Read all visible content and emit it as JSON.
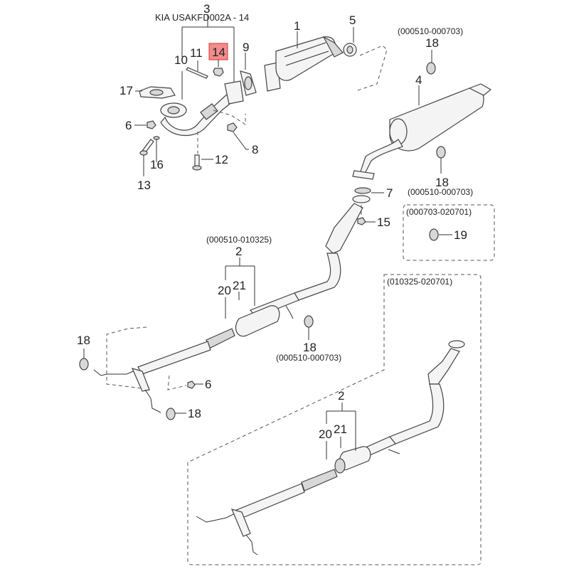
{
  "diagram": {
    "title": "KIA USAKFD002A - 14",
    "highlighted_part": "14",
    "highlight_color": "#f28b8b",
    "callouts": {
      "p1": "1",
      "p2_main": "2",
      "p2_alt": "2",
      "p3": "3",
      "p4": "4",
      "p5": "5",
      "p6_top": "6",
      "p6_bottom": "6",
      "p7": "7",
      "p8": "8",
      "p9": "9",
      "p10": "10",
      "p11": "11",
      "p12": "12",
      "p13": "13",
      "p14": "14",
      "p15": "15",
      "p16": "16",
      "p17": "17",
      "p18_top": "18",
      "p18_muffler": "18",
      "p18_center": "18",
      "p18_left": "18",
      "p18_lower": "18",
      "p19": "19",
      "p20_main": "20",
      "p20_alt": "20",
      "p21_main": "21",
      "p21_alt": "21"
    },
    "ranges": {
      "top_right": "(000510-000703)",
      "muffler_hanger": "(000510-000703)",
      "box_19": "(000703-020701)",
      "center_pipe": "(000510-010325)",
      "center_hanger": "(000510-000703)",
      "lower_box": "(010325-020701)"
    },
    "parts": {
      "1": "catalytic-converter",
      "2": "center-pipe-assembly",
      "4": "main-muffler",
      "5": "gasket-ring",
      "7": "gasket",
      "9": "gasket",
      "17": "heat-shield-gasket",
      "18": "rubber-hanger",
      "19": "rubber-hanger"
    }
  }
}
